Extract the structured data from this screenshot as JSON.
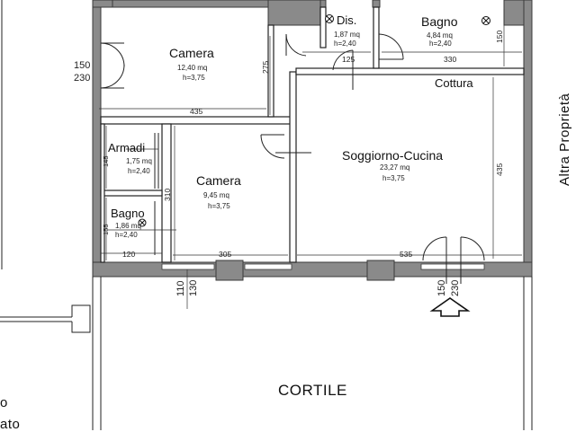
{
  "rooms": {
    "camera1": {
      "name": "Camera",
      "area": "12,40 mq",
      "height": "h=3,75"
    },
    "dis": {
      "name": "Dis.",
      "area": "1,87 mq",
      "height": "h=2,40"
    },
    "bagno1": {
      "name": "Bagno",
      "area": "4,84 mq",
      "height": "h=2,40"
    },
    "cottura": {
      "name": "Cottura"
    },
    "armadi": {
      "name": "Armadi",
      "area": "1,75 mq",
      "height": "h=2,40"
    },
    "camera2": {
      "name": "Camera",
      "area": "9,45 mq",
      "height": "h=3,75"
    },
    "soggiorno": {
      "name": "Soggiorno-Cucina",
      "area": "23,27 mq",
      "height": "h=3,75"
    },
    "bagno2": {
      "name": "Bagno",
      "area": "1,86 mq",
      "height": "h=2,40"
    }
  },
  "outside": {
    "cortile": "CORTILE",
    "altra": "Altra Proprietà",
    "left_fragment_1": "o",
    "left_fragment_2": "ato"
  },
  "dimensions": {
    "w150_left": "150",
    "w230_left": "230",
    "d275": "275",
    "d435_camera": "435",
    "d125": "125",
    "d330": "330",
    "d150_bagno": "150",
    "d145": "145",
    "d310": "310",
    "d155": "155",
    "d120": "120",
    "d305": "305",
    "d535": "535",
    "d435_right": "435",
    "w110": "110",
    "w130": "130",
    "d150_door": "150",
    "d230_door": "230"
  },
  "colors": {
    "wall": "#8a8a8a",
    "wall_edge": "#3a3a3a",
    "line": "#222222"
  }
}
